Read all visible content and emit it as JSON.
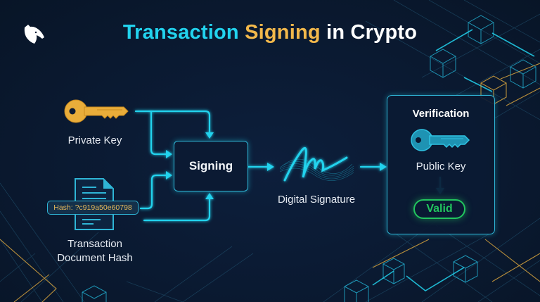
{
  "header": {
    "title_part1": "Transaction",
    "title_part2": "Signing",
    "title_part3": "in Crypto",
    "logo_icon": "anteater-icon"
  },
  "inputs": {
    "private_key": {
      "label": "Private Key",
      "icon": "key-icon"
    },
    "document": {
      "label_line1": "Transaction",
      "label_line2": "Document Hash",
      "icon": "document-icon",
      "hash": "Hash: ?c919a50e60798"
    }
  },
  "process": {
    "signing_label": "Signing"
  },
  "output": {
    "signature_label": "Digital Signature",
    "icon": "signature-icon"
  },
  "verification": {
    "title": "Verification",
    "public_key_label": "Public Key",
    "public_key_icon": "key-icon",
    "result": "Valid"
  },
  "colors": {
    "background": "#0b1a33",
    "accent_cyan": "#22d3ee",
    "accent_gold": "#f2b84b",
    "valid_green": "#22c55e"
  }
}
